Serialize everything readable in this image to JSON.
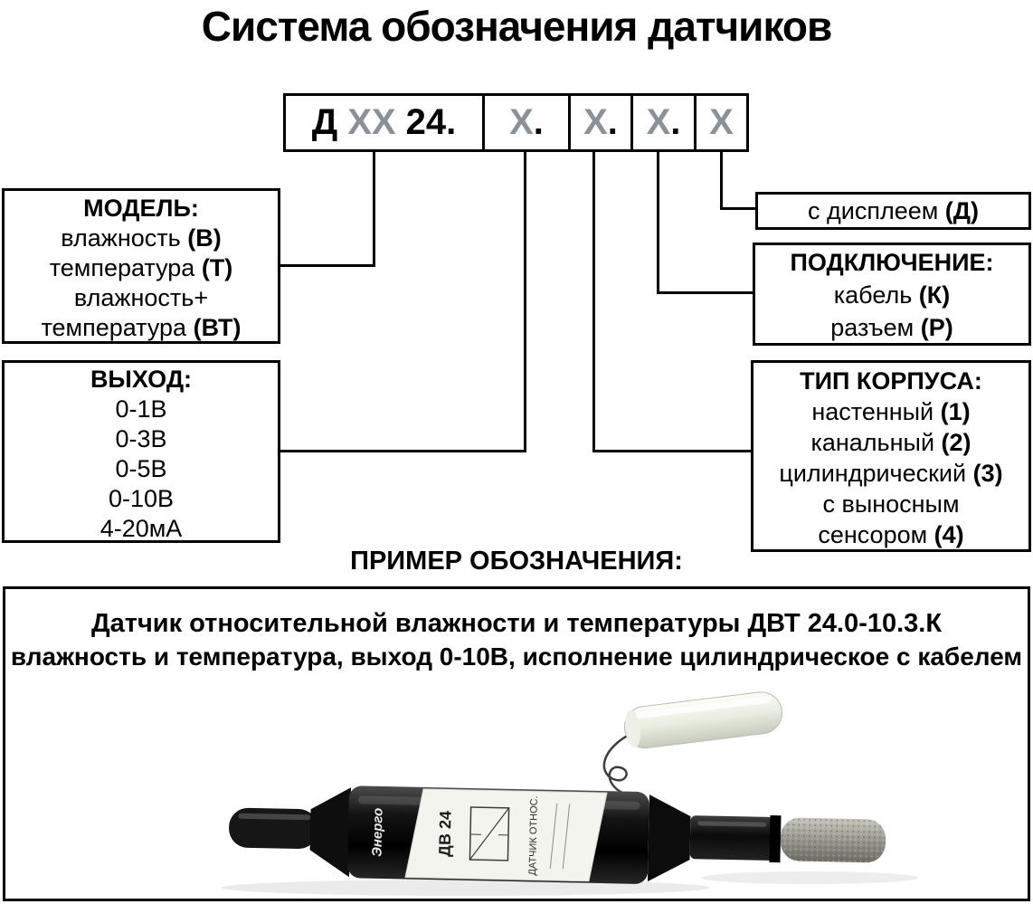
{
  "title": "Система обозначения датчиков",
  "code_box": {
    "prefix": "Д",
    "model_x": "XX",
    "series": "24.",
    "segments": [
      {
        "x": "X",
        "dot": "."
      },
      {
        "x": "X",
        "dot": "."
      },
      {
        "x": "X",
        "dot": "."
      },
      {
        "x": "X",
        "dot": ""
      }
    ]
  },
  "boxes": {
    "model": {
      "title": "МОДЕЛЬ:",
      "lines": [
        {
          "pre": "влажность ",
          "strong": "(В)"
        },
        {
          "pre": "температура ",
          "strong": "(Т)"
        },
        {
          "pre": "влажность+",
          "strong": ""
        },
        {
          "pre": "температура ",
          "strong": "(ВТ)"
        }
      ]
    },
    "output": {
      "title": "ВЫХОД:",
      "lines": [
        {
          "pre": "0-1В",
          "strong": ""
        },
        {
          "pre": "0-3В",
          "strong": ""
        },
        {
          "pre": "0-5В",
          "strong": ""
        },
        {
          "pre": "0-10В",
          "strong": ""
        },
        {
          "pre": "4-20мА",
          "strong": ""
        }
      ]
    },
    "display": {
      "pre": "с дисплеем ",
      "strong": "(Д)"
    },
    "connection": {
      "title": "ПОДКЛЮЧЕНИЕ:",
      "lines": [
        {
          "pre": "кабель ",
          "strong": "(К)"
        },
        {
          "pre": "разъем ",
          "strong": "(Р)"
        }
      ]
    },
    "housing": {
      "title": "ТИП КОРПУСА:",
      "lines": [
        {
          "pre": "настенный ",
          "strong": "(1)"
        },
        {
          "pre": "канальный ",
          "strong": "(2)"
        },
        {
          "pre": "цилиндрический ",
          "strong": "(3)"
        },
        {
          "pre": "с выносным",
          "strong": ""
        },
        {
          "pre": "сенсором ",
          "strong": "(4)"
        }
      ]
    }
  },
  "example": {
    "heading": "ПРИМЕР ОБОЗНАЧЕНИЯ:",
    "line1": "Датчик относительной влажности и температуры ДВТ 24.0-10.3.К",
    "line2": "влажность и температура, выход 0-10В, исполнение цилиндрическое с кабелем"
  },
  "sensor": {
    "body_brand": "Энерго",
    "label_model": "ДВ 24",
    "label_text": "ДАТЧИК ОТНОС."
  },
  "colors": {
    "placeholder_gray": "#8a9199",
    "line_black": "#000000",
    "filter_metal": "#97978e"
  }
}
